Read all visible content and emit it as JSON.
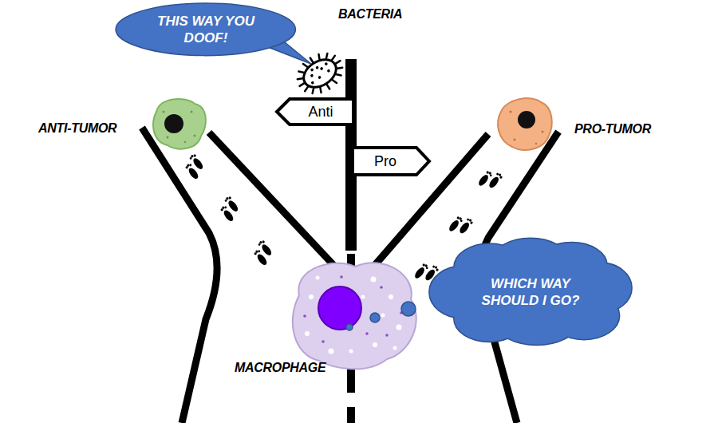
{
  "diagram": {
    "nodes": [
      {
        "text": [
          "THIS WAY YOU DOOF!"
        ]
      },
      {
        "text": [
          "Anti"
        ]
      },
      {
        "text": [
          "Pro"
        ]
      },
      {
        "text": [
          "WHICH WAY SHOULD I GO?"
        ]
      }
    ],
    "labels": [
      "BACTERIA",
      "ANTI-TUMOR",
      "PRO-TUMOR",
      "MACROPHAGE"
    ]
  }
}
